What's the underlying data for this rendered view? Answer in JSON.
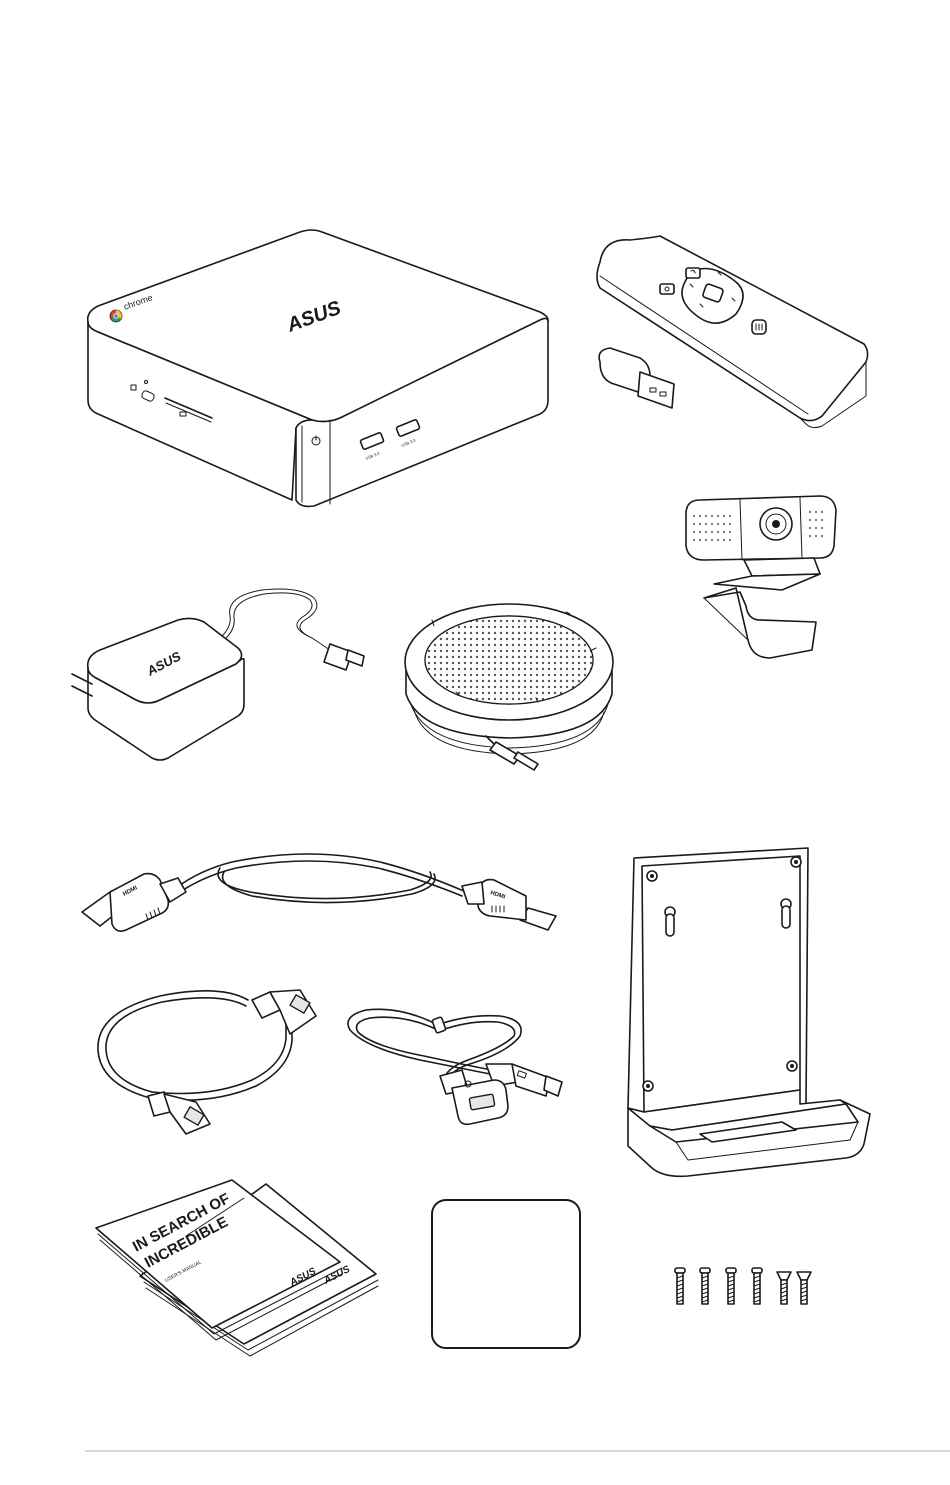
{
  "chromebox": {
    "brand_logo": "ASUS",
    "os_logo_text": "chrome",
    "usb_label_1": "USB 3.0",
    "usb_label_2": "USB 3.0"
  },
  "adapter": {
    "brand_logo": "ASUS"
  },
  "hdmi_cable": {
    "connector_label_left": "HDMI",
    "connector_label_right": "HDMI"
  },
  "manual": {
    "headline_line1": "IN SEARCH OF",
    "headline_line2": "INCREDIBLE",
    "subtitle": "USER'S MANUAL",
    "brand_logo_front": "ASUS",
    "brand_logo_back": "ASUS"
  },
  "icons": {
    "chromebox": "mini-pc-icon",
    "remote": "remote-control-icon",
    "dongle": "usb-dongle-icon",
    "webcam": "webcam-icon",
    "power_adapter": "power-adapter-icon",
    "speakerphone": "speakerphone-icon",
    "hdmi": "hdmi-cable-icon",
    "lan": "lan-cable-icon",
    "usb_extension": "usb-extension-cable-icon",
    "vesa_stand": "vesa-stand-icon",
    "card": "card-icon",
    "screws": "screws-icon"
  }
}
